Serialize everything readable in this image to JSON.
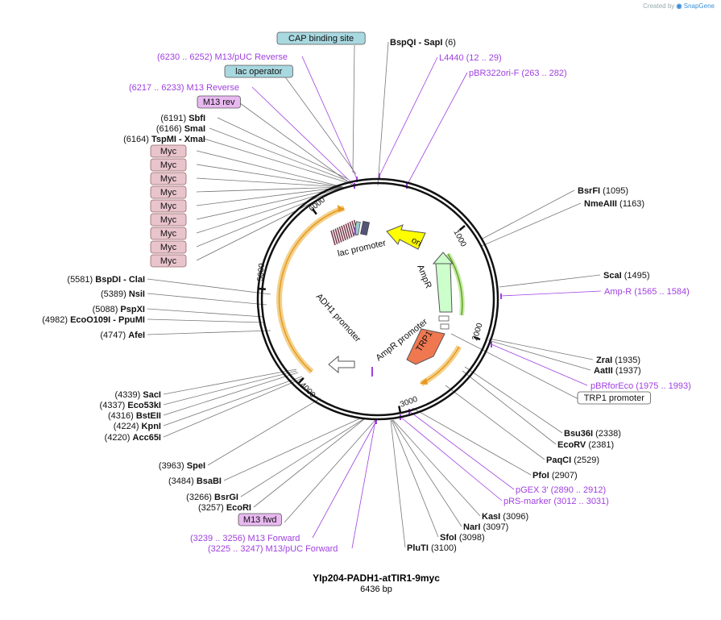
{
  "header": {
    "credit": "Created by",
    "brand": "SnapGene"
  },
  "plasmid": {
    "name": "YIp204-PADH1-atTIR1-9myc",
    "size": "6436 bp"
  },
  "colors": {
    "primer": "#a040e0",
    "enzyme": "#111111",
    "ori": "#ffff00",
    "ampr": "#ccffcc",
    "trp1": "#f07850",
    "promoter": "#ffffff",
    "orange_arc": "#e89a20",
    "myc": "#e8c4cc",
    "misc_blue": "#a8d8e0",
    "primer_box": "#e8b8f0"
  },
  "ticks": [
    "1000",
    "2000",
    "3000",
    "4000",
    "5000",
    "6000"
  ],
  "ring_features": {
    "ori": "ori",
    "ampr": "AmpR",
    "ampr_promoter": "AmpR promoter",
    "trp1": "TRP1",
    "adh1_promoter": "ADH1 promoter",
    "lac_promoter": "lac promoter"
  },
  "labels": [
    {
      "kind": "misc",
      "text": "CAP binding site"
    },
    {
      "kind": "enzyme",
      "name": "BspQI",
      "suffix": " - SapI",
      "pos": "(6)"
    },
    {
      "kind": "primer",
      "text": "(6230 .. 6252)  M13/pUC Reverse"
    },
    {
      "kind": "primer",
      "text": "L4440     (12 .. 29)"
    },
    {
      "kind": "misc",
      "text": "lac operator"
    },
    {
      "kind": "primer",
      "text": "pBR322ori-F     (263 .. 282)"
    },
    {
      "kind": "primer",
      "text": "(6217 .. 6233)  M13 Reverse"
    },
    {
      "kind": "primerbox",
      "text": "M13 rev"
    },
    {
      "kind": "enzyme_left",
      "pos": "(6191)",
      "name": "SbfI"
    },
    {
      "kind": "enzyme_left",
      "pos": "(6166)",
      "name": "SmaI"
    },
    {
      "kind": "enzyme_left",
      "pos": "(6164)",
      "name": "TspMI",
      "suffix": "  - XmaI"
    },
    {
      "kind": "myc",
      "text": "Myc"
    },
    {
      "kind": "enzyme",
      "name": "BsrFI",
      "pos": "(1095)"
    },
    {
      "kind": "enzyme",
      "name": "NmeAIII",
      "pos": "(1163)"
    },
    {
      "kind": "enzyme",
      "name": "ScaI",
      "pos": "(1495)"
    },
    {
      "kind": "primer",
      "text": "Amp-R     (1565 .. 1584)"
    },
    {
      "kind": "enzyme_left",
      "pos": "(5581)",
      "name": "BspDI",
      "suffix": "  - ClaI"
    },
    {
      "kind": "enzyme_left",
      "pos": "(5389)",
      "name": "NsiI"
    },
    {
      "kind": "enzyme_left",
      "pos": "(5088)",
      "name": "PspXI"
    },
    {
      "kind": "enzyme_left",
      "pos": "(4982)",
      "name": "EcoO109I",
      "suffix": "  - PpuMI"
    },
    {
      "kind": "enzyme_left",
      "pos": "(4747)",
      "name": "AfeI"
    },
    {
      "kind": "enzyme",
      "name": "ZraI",
      "pos": "(1935)"
    },
    {
      "kind": "enzyme",
      "name": "AatII",
      "pos": "(1937)"
    },
    {
      "kind": "primer",
      "text": "pBRforEco     (1975 .. 1993)"
    },
    {
      "kind": "feature",
      "text": "TRP1 promoter"
    },
    {
      "kind": "enzyme_left",
      "pos": "(4339)",
      "name": "SacI"
    },
    {
      "kind": "enzyme_left",
      "pos": "(4337)",
      "name": "Eco53kI"
    },
    {
      "kind": "enzyme_left",
      "pos": "(4316)",
      "name": "BstEII"
    },
    {
      "kind": "enzyme_left",
      "pos": "(4224)",
      "name": "KpnI"
    },
    {
      "kind": "enzyme_left",
      "pos": "(4220)",
      "name": "Acc65I"
    },
    {
      "kind": "enzyme",
      "name": "Bsu36I",
      "pos": "(2338)"
    },
    {
      "kind": "enzyme",
      "name": "EcoRV",
      "pos": "(2381)"
    },
    {
      "kind": "enzyme",
      "name": "PaqCI",
      "pos": "(2529)"
    },
    {
      "kind": "enzyme",
      "name": "PfoI",
      "pos": "(2907)"
    },
    {
      "kind": "primer",
      "text": "pGEX 3'     (2890 .. 2912)"
    },
    {
      "kind": "primer",
      "text": "pRS-marker     (3012 .. 3031)"
    },
    {
      "kind": "enzyme_left",
      "pos": "(3963)",
      "name": "SpeI"
    },
    {
      "kind": "enzyme_left",
      "pos": "(3484)",
      "name": "BsaBI"
    },
    {
      "kind": "enzyme_left",
      "pos": "(3266)",
      "name": "BsrGI"
    },
    {
      "kind": "enzyme_left",
      "pos": "(3257)",
      "name": "EcoRI"
    },
    {
      "kind": "primerbox",
      "text": "M13 fwd"
    },
    {
      "kind": "enzyme",
      "name": "KasI",
      "pos": "(3096)"
    },
    {
      "kind": "enzyme",
      "name": "NarI",
      "pos": "(3097)"
    },
    {
      "kind": "enzyme",
      "name": "SfoI",
      "pos": "(3098)"
    },
    {
      "kind": "enzyme",
      "name": "PluTI",
      "pos": "(3100)"
    },
    {
      "kind": "primer",
      "text": "(3239 .. 3256)  M13 Forward"
    },
    {
      "kind": "primer",
      "text": "(3225 .. 3247)  M13/pUC Forward"
    }
  ]
}
